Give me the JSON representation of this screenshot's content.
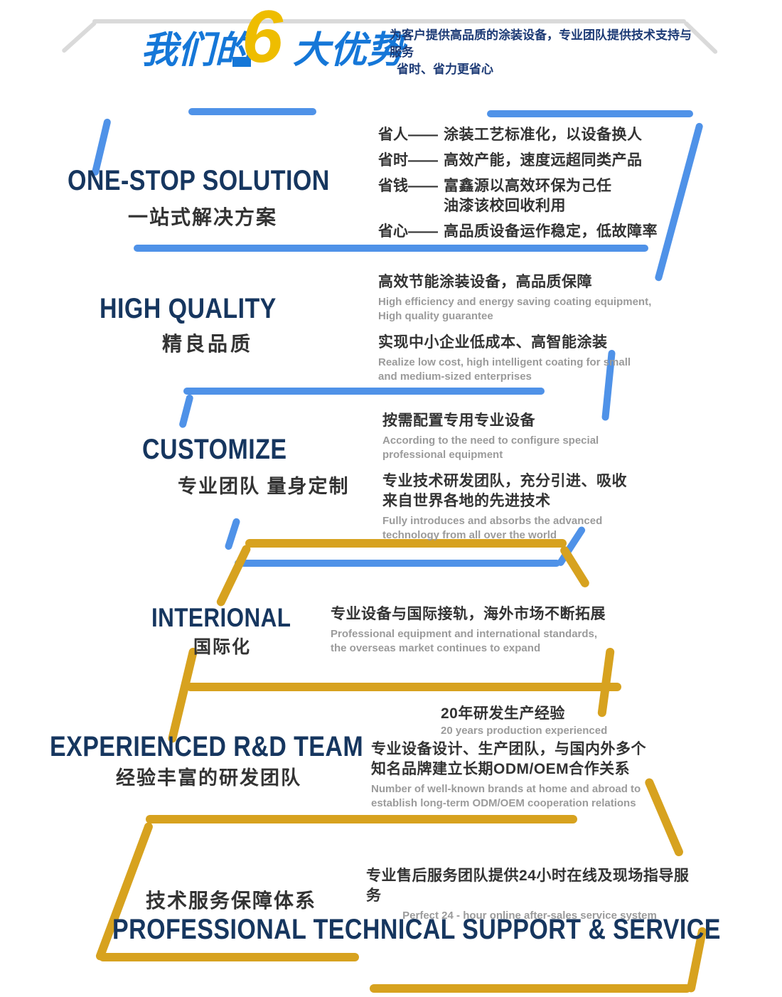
{
  "page": {
    "accent_blue": "#4f92e8",
    "accent_gold": "#d7a21f",
    "navy": "#16365f",
    "header_blue": "#1577d8",
    "number_gold": "#eebd00"
  },
  "header": {
    "title_left": "我们的",
    "title_number": "6",
    "title_right": "大优势",
    "subtitle_line1": "为客户提供高品质的涂装设备，专业团队提供技术支持与服务",
    "subtitle_line2": "省时、省力更省心"
  },
  "sections": {
    "one_stop": {
      "title_en": "ONE-STOP SOLUTION",
      "title_zh": "一站式解决方案",
      "items": [
        {
          "label": "省人——",
          "text": "涂装工艺标准化，以设备换人"
        },
        {
          "label": "省时——",
          "text": "高效产能，速度远超同类产品"
        },
        {
          "label": "省钱——",
          "text": "富鑫源以高效环保为己任\n油漆该校回收利用"
        },
        {
          "label": "省心——",
          "text": "高品质设备运作稳定，低故障率"
        }
      ]
    },
    "high_quality": {
      "title_en": "HIGH QUALITY",
      "title_zh": "精良品质",
      "points": [
        {
          "zh": "高效节能涂装设备，高品质保障",
          "en": "High efficiency and energy saving coating equipment,\nHigh quality guarantee"
        },
        {
          "zh": "实现中小企业低成本、高智能涂装",
          "en": "Realize low cost, high intelligent coating for small\nand medium-sized enterprises"
        }
      ]
    },
    "customize": {
      "title_en": "CUSTOMIZE",
      "title_zh": "专业团队 量身定制",
      "points": [
        {
          "zh": "按需配置专用专业设备",
          "en": "According to the need to configure special\nprofessional equipment"
        },
        {
          "zh": "专业技术研发团队，充分引进、吸收\n来自世界各地的先进技术",
          "en": "Fully introduces and absorbs the advanced\ntechnology from all over the world"
        }
      ]
    },
    "interional": {
      "title_en": "INTERIONAL",
      "title_zh": "国际化",
      "points": [
        {
          "zh": "专业设备与国际接轨，海外市场不断拓展",
          "en": "Professional equipment and international standards,\nthe overseas market continues to expand"
        }
      ]
    },
    "rd_team": {
      "title_en": "EXPERIENCED R&D TEAM",
      "title_zh": "经验丰富的研发团队",
      "points": [
        {
          "zh": "20年研发生产经验",
          "en": "20 years production experienced"
        },
        {
          "zh": "专业设备设计、生产团队，与国内外多个\n知名品牌建立长期ODM/OEM合作关系",
          "en": "Number of well-known brands at home and abroad to\nestablish long-term ODM/OEM cooperation relations"
        }
      ]
    },
    "support": {
      "title_zh": "技术服务保障体系",
      "title_en": "PROFESSIONAL TECHNICAL SUPPORT & SERVICE",
      "points": [
        {
          "zh": "专业售后服务团队提供24小时在线及现场指导服务",
          "en": "Perfect 24 - hour online after-sales service system"
        }
      ]
    }
  }
}
